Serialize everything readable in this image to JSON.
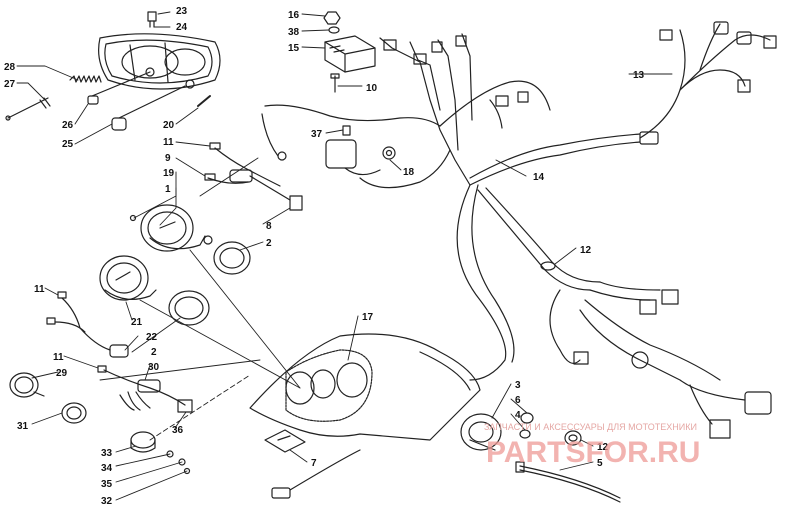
{
  "diagram": {
    "callouts": {
      "c23": "23",
      "c24": "24",
      "c28": "28",
      "c27": "27",
      "c26": "26",
      "c25": "25",
      "c20": "20",
      "c11a": "11",
      "c9": "9",
      "c19": "19",
      "c1": "1",
      "c8": "8",
      "c2a": "2",
      "c11b": "11",
      "c21": "21",
      "c22": "22",
      "c2b": "2",
      "c11c": "11",
      "c29": "29",
      "c30": "30",
      "c31": "31",
      "c36": "36",
      "c33": "33",
      "c34": "34",
      "c35": "35",
      "c32": "32",
      "c16": "16",
      "c38": "38",
      "c15": "15",
      "c10": "10",
      "c37": "37",
      "c18": "18",
      "c13": "13",
      "c14": "14",
      "c12a": "12",
      "c17": "17",
      "c3": "3",
      "c6": "6",
      "c4": "4",
      "c12b": "12",
      "c5": "5",
      "c7": "7"
    }
  },
  "watermark": {
    "caption": "ЗАПЧАСТИ И АКСЕССУАРЫ ДЛЯ МОТОТЕХНИКИ",
    "logo": "PARTSFOR.RU"
  },
  "colors": {
    "line": "#222222",
    "watermark": "#e89a96"
  }
}
